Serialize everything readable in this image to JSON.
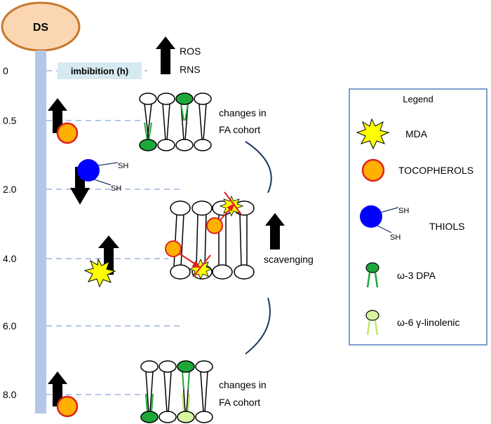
{
  "top_badge": "DS",
  "timeline": {
    "title": "imbibition (h)",
    "ticks": [
      "0",
      "0.5",
      "2.0",
      "4.0",
      "6.0",
      "8.0"
    ]
  },
  "ros_rns": [
    "ROS",
    "RNS"
  ],
  "fa_changes_top": [
    "changes in",
    "FA cohort"
  ],
  "fa_changes_bottom": [
    "changes in",
    "FA cohort"
  ],
  "scavenging": "scavenging",
  "thiol_groups": [
    "SH",
    "SH"
  ],
  "legend": {
    "title": "Legend",
    "items": [
      {
        "label": "MDA",
        "icon": "mda-star-icon"
      },
      {
        "label": "TOCOPHEROLS",
        "icon": "tocopherol-circle-icon"
      },
      {
        "label": "THIOLS",
        "icon": "thiol-icon",
        "sh": [
          "SH",
          "SH"
        ]
      },
      {
        "label": "ω-3 DPA",
        "icon": "omega3-lipid-icon"
      },
      {
        "label": "ω-6 γ-linolenic",
        "icon": "omega6-lipid-icon"
      }
    ]
  },
  "colors": {
    "ds_fill": "#fad7b2",
    "ds_stroke": "#c8782c",
    "timeline_bar": "#b4c7e7",
    "imbibition_box": "#d6e9f0",
    "mda_fill": "#ffff00",
    "tocopherol_fill": "#ffb000",
    "tocopherol_stroke": "#e02020",
    "thiol_fill": "#0000ff",
    "omega3_fill": "#1ea83a",
    "omega6_fill": "#d8f5a0",
    "legend_border": "#7aa0cc",
    "arc": "#1f3864",
    "arrow": "#000000",
    "red_line": "#e02020"
  }
}
